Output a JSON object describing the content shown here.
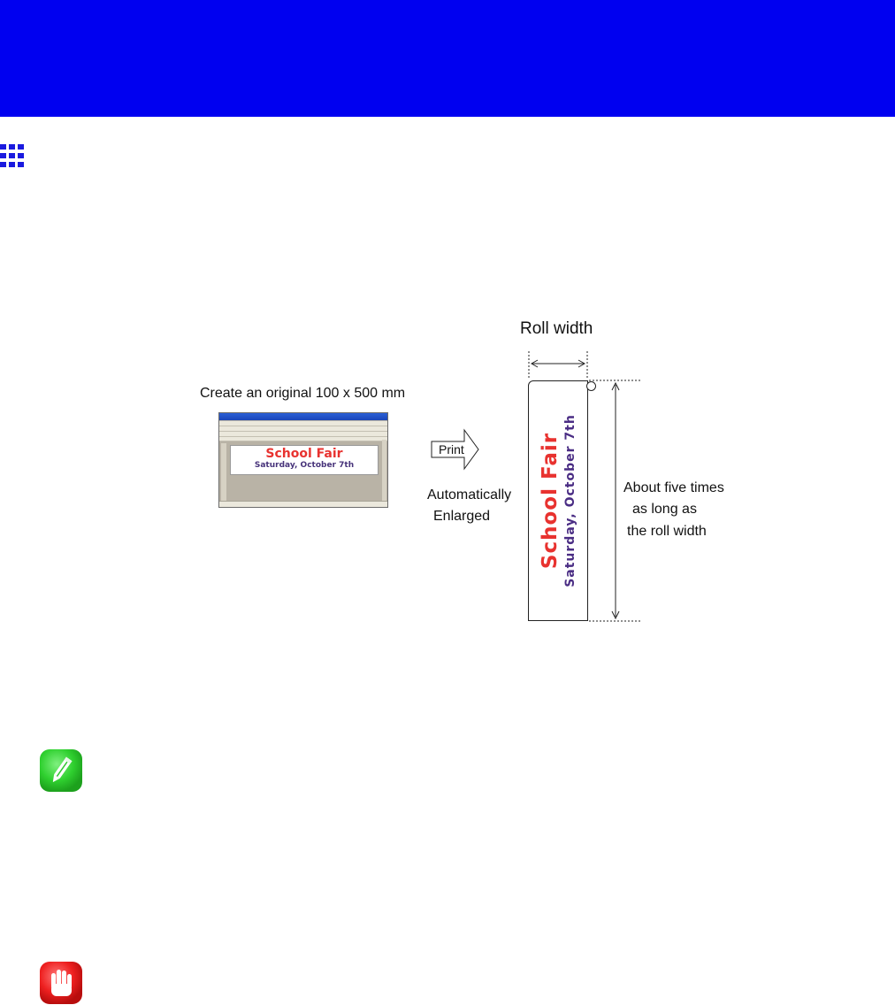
{
  "figure": {
    "roll_width_label": "Roll width",
    "original_label": "Create an original 100 x 500 mm",
    "print_label": "Print",
    "auto_enlarge_line1": "Automatically",
    "auto_enlarge_line2": "Enlarged",
    "length_line1": "About five times",
    "length_line2": "as long as",
    "length_line3": "the roll width",
    "poster_title": "School Fair",
    "poster_subtitle": "Saturday, October 7th"
  },
  "icons": {
    "section": "grid-icon",
    "note": "pencil-note-icon",
    "important": "stop-hand-icon"
  },
  "colors": {
    "banner": "#0000f0",
    "section_icon": "#1a1adf",
    "poster_title": "#e8322f",
    "poster_subtitle": "#4a2d84",
    "note_icon": "#31c631",
    "important_icon": "#e51a1a"
  }
}
